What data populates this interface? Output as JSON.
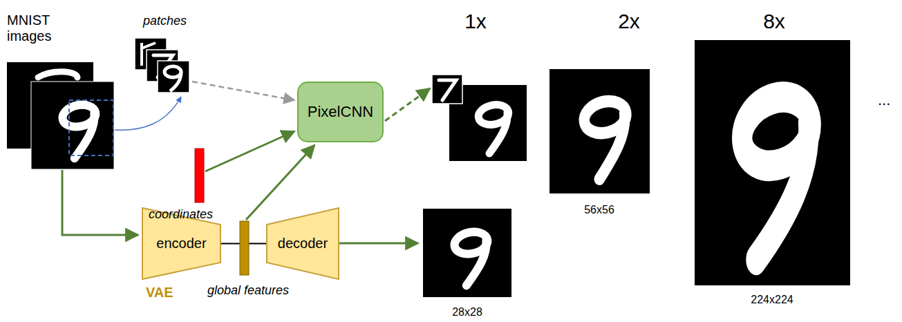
{
  "diagram": {
    "nodes": [
      {
        "text": [
          "PixelCNN"
        ]
      },
      {
        "text": [
          "encoder"
        ]
      },
      {
        "text": [
          "decoder"
        ]
      }
    ],
    "edges": [
      {
        "from": 1,
        "to": 2,
        "arrow": "none"
      }
    ],
    "labels": [
      "MNIST images",
      "patches",
      "coordinates",
      "VAE",
      "global features",
      "1x",
      "2x",
      "8x",
      "56x56",
      "224x224",
      "28x28",
      "..."
    ]
  }
}
